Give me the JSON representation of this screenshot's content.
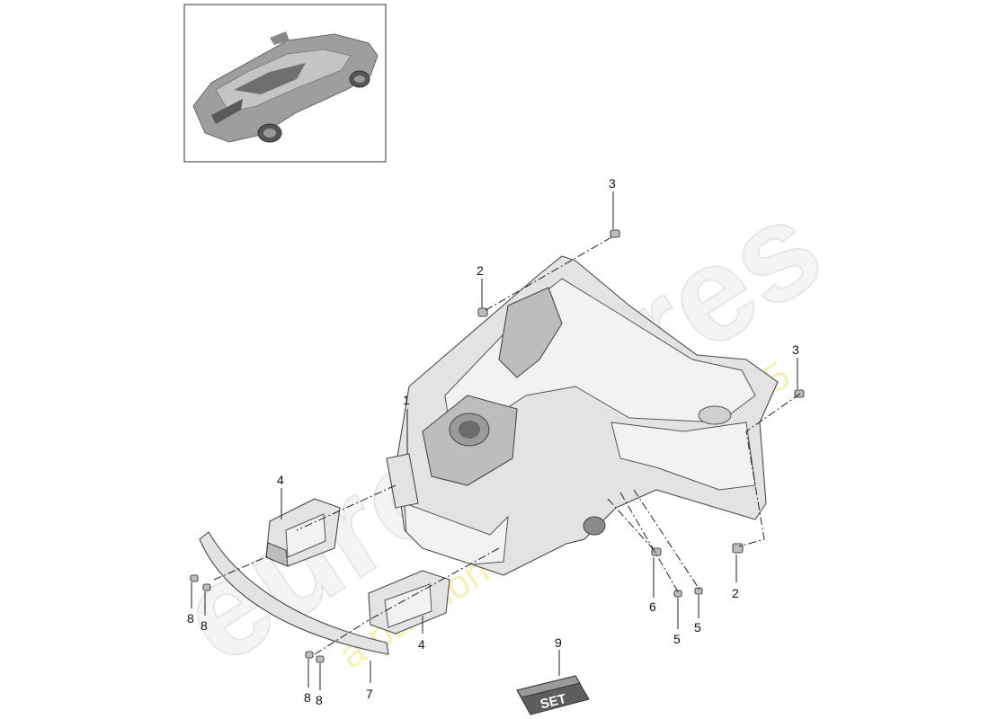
{
  "watermark": {
    "brand": "eurospares",
    "tagline": "a passion for parts since 1985"
  },
  "thumbnail": {
    "icon": "car-thumbnail-icon"
  },
  "callouts": {
    "c1": "1",
    "c2a": "2",
    "c2b": "2",
    "c3a": "3",
    "c3b": "3",
    "c4a": "4",
    "c4b": "4",
    "c5a": "5",
    "c5b": "5",
    "c6": "6",
    "c7": "7",
    "c8a": "8",
    "c8b": "8",
    "c8c": "8",
    "c8d": "8",
    "c9": "9"
  },
  "set_box": {
    "label": "SET"
  }
}
